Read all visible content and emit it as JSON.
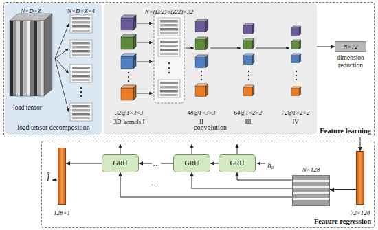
{
  "diagram": {
    "nodes": [
      {
        "text": [
          "Feature learning"
        ]
      },
      {
        "text": [
          "load tensor decomposition"
        ],
        "in": 0
      },
      {
        "text": [
          "convolution"
        ],
        "in": 0
      },
      {
        "text": [
          "N×72",
          "dimension reduction"
        ],
        "in": 0
      },
      {
        "text": [
          "Feature regression"
        ]
      },
      {
        "text": [
          "72×128"
        ],
        "in": 4
      },
      {
        "text": [
          "N×128"
        ],
        "in": 4
      },
      {
        "text": [
          "GRU"
        ],
        "in": 4
      },
      {
        "text": [
          "GRU"
        ],
        "in": 4
      },
      {
        "text": [
          "GRU"
        ],
        "in": 4
      },
      {
        "text": [
          "128×1"
        ],
        "in": 4
      }
    ],
    "edges": [
      {
        "from": 2,
        "to": 3,
        "arrow": "to"
      },
      {
        "from": 0,
        "to": 5,
        "arrow": "to"
      },
      {
        "from": 5,
        "to": 6,
        "arrow": "to"
      },
      {
        "from": 6,
        "to": 7,
        "arrow": "to"
      },
      {
        "from": 6,
        "to": 8,
        "arrow": "to"
      },
      {
        "from": 6,
        "to": 9,
        "arrow": "to"
      },
      {
        "from": 7,
        "to": 8,
        "arrow": "to"
      },
      {
        "from": 8,
        "to": 9,
        "arrow": "to",
        "label": "⋯"
      },
      {
        "from": 9,
        "to": 10,
        "arrow": "to"
      }
    ],
    "labels": [
      "N×D×Z",
      "N×D×Z×4",
      "load tensor",
      "N×(D/2)×(Z/2)×32",
      "32@1×3×3",
      "3D-kernels I",
      "48@1×3×3",
      "II",
      "64@1×2×2",
      "III",
      "72@1×2×2",
      "IV",
      "h₀",
      "…",
      "l̂"
    ]
  }
}
